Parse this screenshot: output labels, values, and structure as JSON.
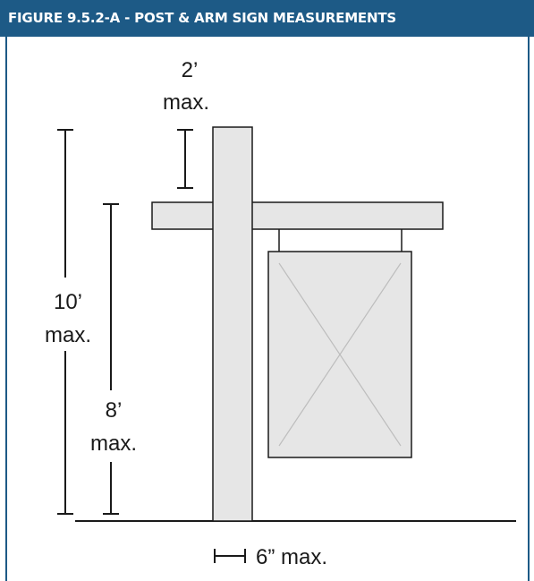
{
  "figure": {
    "title": "FIGURE 9.5.2-A - POST & ARM SIGN MEASUREMENTS",
    "header_color": "#1d5a86"
  },
  "labels": {
    "top_clearance_value": "2’",
    "top_clearance_unit": "max.",
    "total_height_value": "10’",
    "total_height_unit": "max.",
    "arm_height_value": "8’",
    "arm_height_unit": "max.",
    "post_width": "6” max."
  }
}
